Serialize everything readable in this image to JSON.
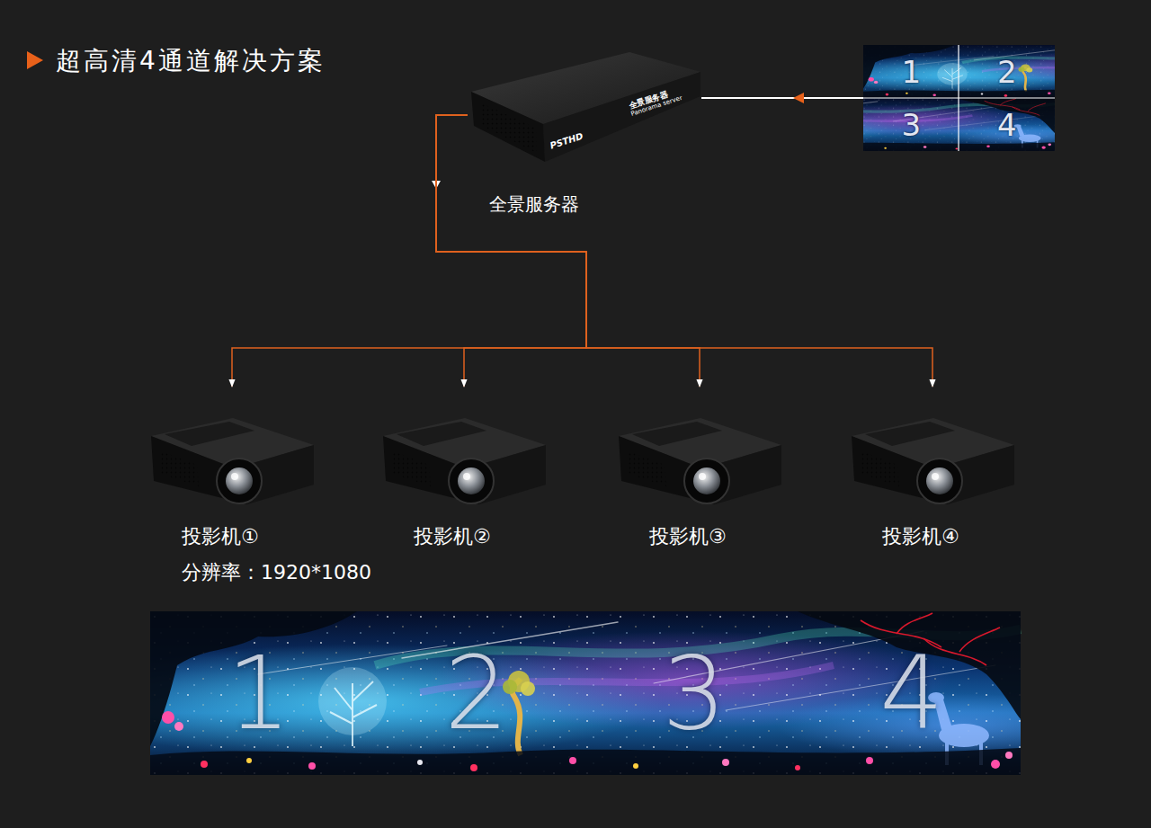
{
  "diagram": {
    "title": "超高清4通道解决方案",
    "nodes": [
      {
        "text": [
          "全景服务器"
        ]
      },
      {
        "text": [
          "1",
          "2",
          "3",
          "4"
        ]
      },
      {
        "text": [
          "投影机①",
          "分辨率：1920*1080"
        ]
      },
      {
        "text": [
          "投影机②"
        ]
      },
      {
        "text": [
          "投影机③"
        ]
      },
      {
        "text": [
          "投影机④"
        ]
      },
      {
        "text": [
          "1",
          "2",
          "3",
          "4"
        ]
      }
    ],
    "edges": [
      {
        "from": 1,
        "to": 0,
        "arrow": "to"
      },
      {
        "from": 0,
        "to": 2,
        "arrow": "to"
      },
      {
        "from": 0,
        "to": 3,
        "arrow": "to"
      },
      {
        "from": 0,
        "to": 4,
        "arrow": "to"
      },
      {
        "from": 0,
        "to": 5,
        "arrow": "to"
      }
    ],
    "labels": [
      "PSTHD",
      "全景服务器",
      "Panorama server"
    ]
  }
}
